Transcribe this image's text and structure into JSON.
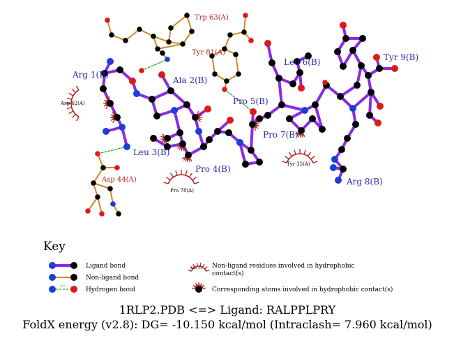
{
  "colors": {
    "ligand_bond": "#8a2be2",
    "nonligand_bond": "#cc8a22",
    "hbond": "#22aa22",
    "carbon": "#000000",
    "nitrogen": "#1a3fd6",
    "oxygen": "#e01818",
    "ligand_label": "#2b2bb8",
    "residue_label": "#b22222",
    "hydrophobic": "#b22222"
  },
  "ligand_residues": {
    "arg1": "Arg 1(B)",
    "ala2": "Ala 2(B)",
    "leu3": "Leu 3(B)",
    "pro4": "Pro 4(B)",
    "pro5": "Pro 5(B)",
    "leu6": "Leu 6(B)",
    "pro7": "Pro 7(B)",
    "arg8": "Arg 8(B)",
    "tyr9": "Tyr 9(B)"
  },
  "protein_residues": {
    "trp63": "Trp 63(A)",
    "tyr81": "Tyr 81(A)",
    "asp44": "Asp 44(A)"
  },
  "hydrophobic_residues": {
    "asp62": "Asp 62(A)",
    "pro78": "Pro 78(A)",
    "tyr35": "Tyr 35(A)"
  },
  "key": {
    "title": "Key",
    "ligand_bond": "Ligand bond",
    "nonligand_bond": "Non-ligand bond",
    "hydrogen_bond": "Hydrogen bond",
    "hbond_length": "3.0",
    "sample_residue": "His 53",
    "nonligand_hydrophobic_line1": "Non-ligand residues involved in hydrophobic",
    "nonligand_hydrophobic_line2": "contact(s)",
    "corresponding_atoms": "Corresponding atoms involved in hydrophobic contact(s)"
  },
  "footer": {
    "line1": "1RLP2.PDB <=> Ligand: RALPPLPRY",
    "line2": "FoldX energy (v2.8): DG= -10.150 kcal/mol (Intraclash= 7.960 kcal/mol)"
  }
}
